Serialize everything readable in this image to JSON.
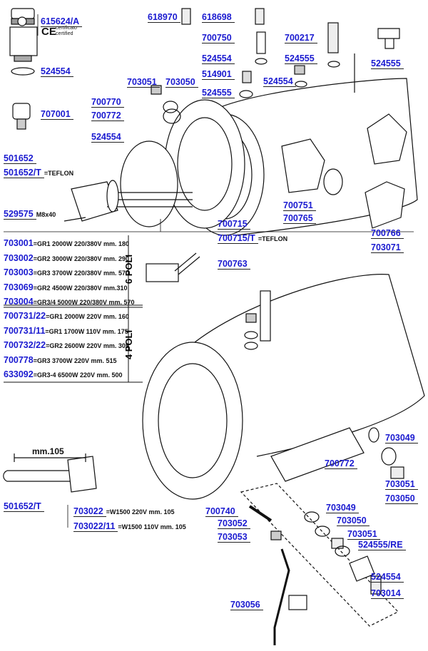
{
  "labels": [
    {
      "code": "615624/A"
    },
    {
      "code": "524554"
    },
    {
      "code": "707001"
    },
    {
      "code": "618970"
    },
    {
      "code": "618698"
    },
    {
      "code": "700750"
    },
    {
      "code": "700217"
    },
    {
      "code": "524554"
    },
    {
      "code": "524555"
    },
    {
      "code": "524555"
    },
    {
      "code": "703051"
    },
    {
      "code": "703050"
    },
    {
      "code": "514901"
    },
    {
      "code": "524554"
    },
    {
      "code": "524555"
    },
    {
      "code": "700770"
    },
    {
      "code": "700772"
    },
    {
      "code": "524554"
    },
    {
      "code": "501652"
    },
    {
      "code": "501652/T",
      "suffix": "=TEFLON"
    },
    {
      "code": "529575",
      "suffix": "M8x40"
    },
    {
      "code": "700751"
    },
    {
      "code": "700765"
    },
    {
      "code": "700715"
    },
    {
      "code": "700715/T",
      "suffix": "=TEFLON"
    },
    {
      "code": "700766"
    },
    {
      "code": "703071"
    },
    {
      "code": "700763"
    },
    {
      "code": "703049"
    },
    {
      "code": "700772"
    },
    {
      "code": "703051"
    },
    {
      "code": "703050"
    },
    {
      "code": "501652/T"
    },
    {
      "code": "703022",
      "suffix": "=W1500 220V mm. 105"
    },
    {
      "code": "703022/11",
      "suffix": "=W1500 110V mm. 105"
    },
    {
      "code": "700740"
    },
    {
      "code": "703052"
    },
    {
      "code": "703053"
    },
    {
      "code": "703049"
    },
    {
      "code": "703050"
    },
    {
      "code": "703051"
    },
    {
      "code": "524555/RE"
    },
    {
      "code": "524554"
    },
    {
      "code": "703014"
    },
    {
      "code": "703056"
    }
  ],
  "certification": {
    "mark": "CE",
    "line1": "certificato",
    "line2": "certified"
  },
  "heating_elements": {
    "group_6": {
      "title": "6 POLI",
      "rows": [
        {
          "code": "703001",
          "spec": "=GR1 2000W 220/380V mm. 180"
        },
        {
          "code": "703002",
          "spec": "=GR2 3000W 220/380V mm. 290"
        },
        {
          "code": "703003",
          "spec": "=GR3 3700W 220/380V mm. 570"
        },
        {
          "code": "703069",
          "spec": "=GR2 4500W 220/380V mm.310"
        },
        {
          "code": "703004",
          "spec": "=GR3/4 5000W 220/380V mm. 570"
        }
      ]
    },
    "group_4": {
      "title": "4 POLI",
      "rows": [
        {
          "code": "700731/22",
          "spec": "=GR1 2000W 220V mm. 160"
        },
        {
          "code": "700731/11",
          "spec": "=GR1 1700W 110V mm. 175"
        },
        {
          "code": "700732/22",
          "spec": "=GR2 2600W 220V mm. 305"
        },
        {
          "code": "700778",
          "spec": "=GR3 3700W 220V mm. 515"
        },
        {
          "code": "633092",
          "spec": "=GR3-4 6500W 220V mm. 500"
        }
      ]
    }
  },
  "dimension": "mm.105",
  "colors": {
    "part_code": "#1a1ad0",
    "line": "#111111"
  }
}
